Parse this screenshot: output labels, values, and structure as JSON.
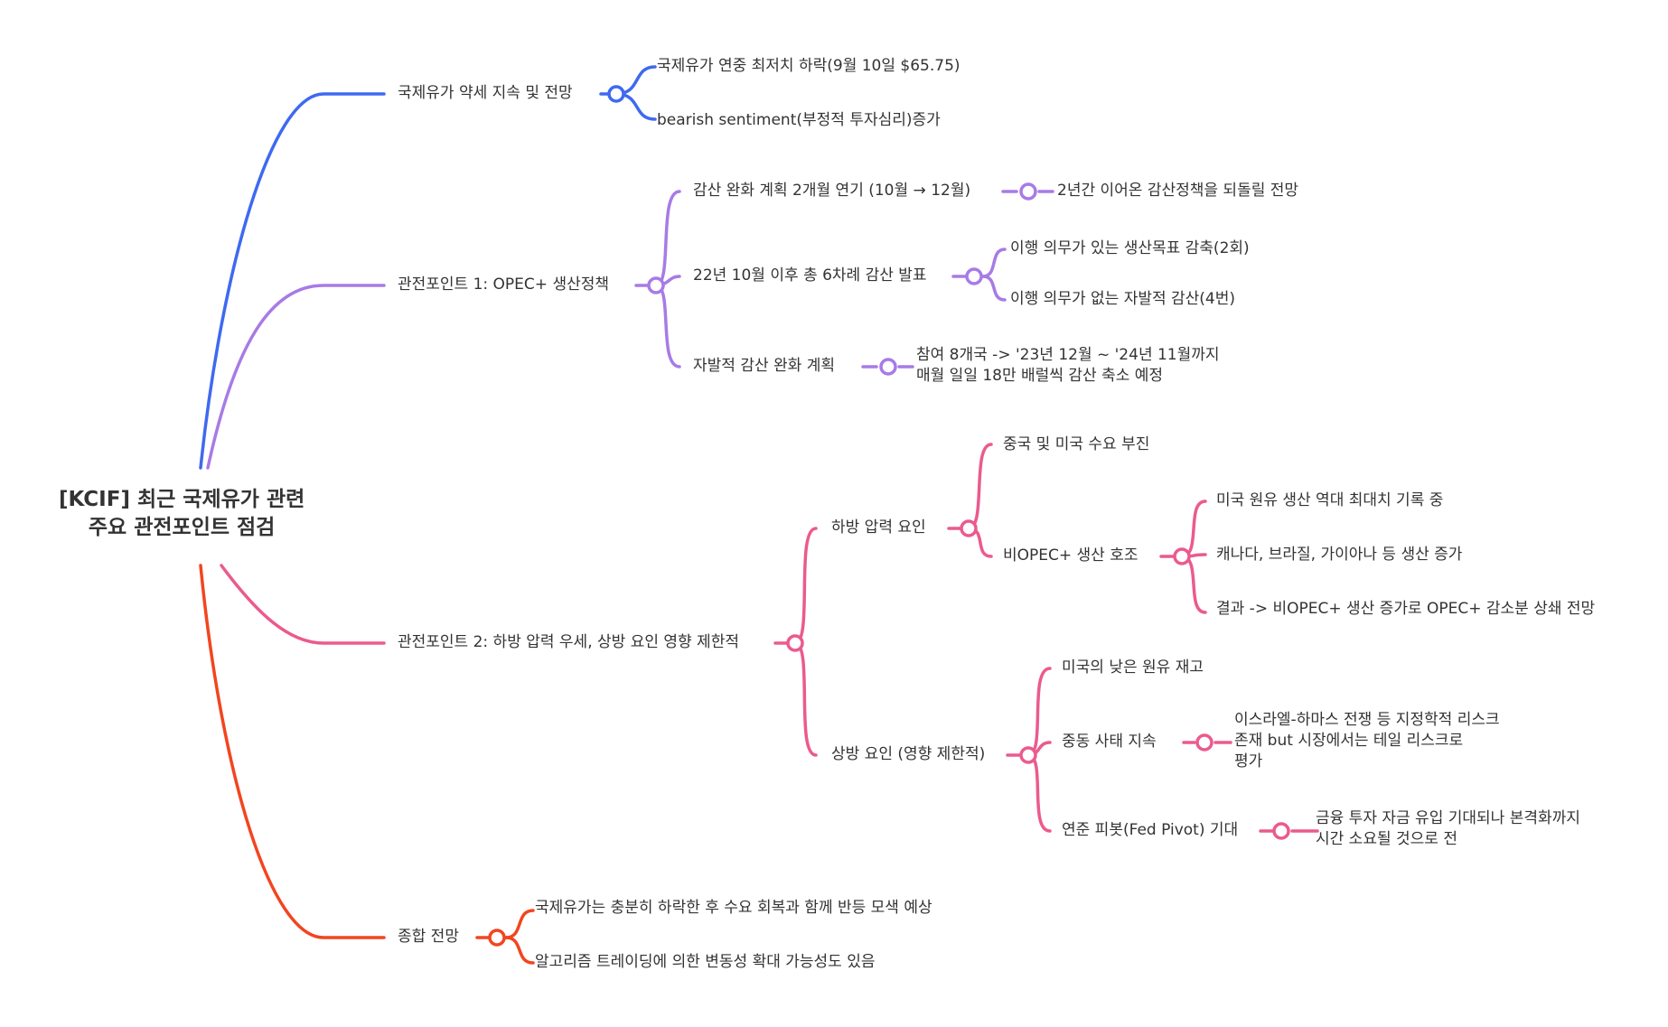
{
  "colors": {
    "blue": "#3f69f0",
    "purple": "#a77be6",
    "pink": "#eb5a8e",
    "red": "#f2451f",
    "text": "#333333"
  },
  "root": {
    "line1": "[KCIF] 최근 국제유가 관련",
    "line2": "주요 관전포인트 점검"
  },
  "b1": {
    "label": "국제유가 약세 지속 및 전망",
    "c1": "국제유가 연중 최저치 하락(9월 10일 $65.75)",
    "c2": "bearish sentiment(부정적 투자심리)증가"
  },
  "b2": {
    "label": "관전포인트 1: OPEC+ 생산정책",
    "c1": {
      "label": "감산 완화 계획 2개월 연기 (10월 → 12월)",
      "d1": "2년간 이어온 감산정책을 되돌릴 전망"
    },
    "c2": {
      "label": "22년 10월 이후 총 6차례 감산 발표",
      "d1": "이행 의무가 있는 생산목표 감축(2회)",
      "d2": "이행 의무가 없는 자발적 감산(4번)"
    },
    "c3": {
      "label": "자발적 감산 완화 계획",
      "d1_line1": "참여 8개국 -> '23년 12월 ~ '24년 11월까지",
      "d1_line2": "매월 일일 18만 배럴씩 감산 축소 예정"
    }
  },
  "b3": {
    "label": "관전포인트 2: 하방 압력 우세, 상방 요인 영향 제한적",
    "down": {
      "label": "하방 압력 요인",
      "c1": "중국 및 미국 수요 부진",
      "c2": {
        "label": "비OPEC+ 생산 호조",
        "d1": "미국 원유 생산 역대 최대치 기록 중",
        "d2": "캐나다, 브라질, 가이아나 등 생산 증가",
        "d3": "결과 -> 비OPEC+ 생산 증가로 OPEC+ 감소분 상쇄 전망"
      }
    },
    "up": {
      "label": "상방 요인 (영향 제한적)",
      "c1": "미국의 낮은 원유 재고",
      "c2": {
        "label": "중동 사태 지속",
        "d1_line1": "이스라엘-하마스 전쟁 등 지정학적 리스크",
        "d1_line2": "존재 but 시장에서는 테일 리스크로",
        "d1_line3": "평가"
      },
      "c3": {
        "label": "연준 피봇(Fed Pivot) 기대",
        "d1_line1": "금융 투자 자금 유입 기대되나 본격화까지",
        "d1_line2": "시간 소요될 것으로 전"
      }
    }
  },
  "b4": {
    "label": "종합 전망",
    "c1": "국제유가는 충분히 하락한 후 수요 회복과 함께 반등 모색 예상",
    "c2": "알고리즘 트레이딩에 의한 변동성 확대 가능성도 있음"
  }
}
